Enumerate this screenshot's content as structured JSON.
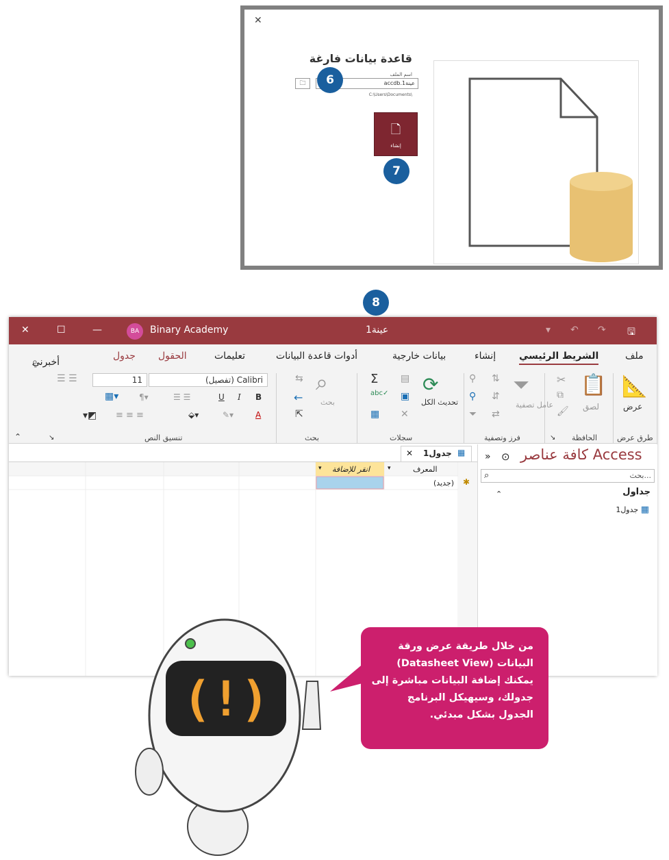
{
  "dialog": {
    "close_glyph": "✕",
    "title": "قاعدة بيانات فارغة",
    "filename_label": "اسم الملف",
    "filename_value": "عينة1.accdb",
    "file_path": "C:\\Users\\Documents\\",
    "create_label": "إنشاء",
    "preview_colors": {
      "page_stroke": "#555555",
      "cylinder": "#e8c172"
    }
  },
  "badges": {
    "b6": "6",
    "b7": "7",
    "b8": "8"
  },
  "window": {
    "app_name": "Binary Academy",
    "avatar_initials": "BA",
    "doc_title": "عينة1",
    "title_color": "#993a3f"
  },
  "tabs": {
    "file": "ملف",
    "home": "الشريط الرئيسي",
    "create": "إنشاء",
    "external": "بيانات خارجية",
    "db_tools": "أدوات قاعدة البيانات",
    "help": "تعليمات",
    "fields": "الحقول",
    "table": "جدول",
    "tell_me": "أخبرني"
  },
  "ribbon": {
    "views": {
      "view_label": "عرض",
      "group": "طرق عرض"
    },
    "clipboard": {
      "paste_label": "لصق",
      "group": "الحافظة"
    },
    "sort_filter": {
      "filter_label": "عامل تصفية",
      "group": "فرز وتصفية"
    },
    "records": {
      "refresh_label": "تحديث الكل",
      "group": "سجلات"
    },
    "find": {
      "find_label": "بحث",
      "group": "بحث"
    },
    "text_formatting": {
      "font_name": "Calibri (تفصيل)",
      "font_size": "11",
      "group": "تنسيق النص"
    }
  },
  "nav": {
    "title": "كافة عناصر Access",
    "search_placeholder": "بحث...",
    "section": "جداول",
    "item": "جدول1"
  },
  "datasheet": {
    "tab_label": "جدول1",
    "col_id": "المعرف",
    "col_add": "انقر للإضافة",
    "new_row": "(جديد)"
  },
  "bubble": {
    "text": "من خلال طريقة عرض ورقة البيانات (Datasheet View) يمكنك إضافة البيانات مباشرة إلى جدولك، وسيهيكل البرنامج الجدول بشكل مبدئي."
  }
}
